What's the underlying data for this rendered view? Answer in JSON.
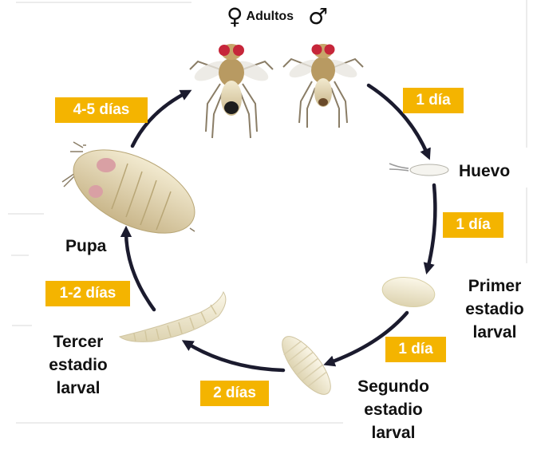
{
  "header": {
    "female_symbol": "♀",
    "title": "Adultos",
    "male_symbol": "♂"
  },
  "durations": {
    "adults_to_egg": "1 día",
    "egg_to_first": "1 día",
    "first_to_second": "1 día",
    "second_to_third": "2 días",
    "third_to_pupa": "1-2 días",
    "pupa_to_adults": "4-5 días"
  },
  "stages": {
    "egg": [
      "Huevo"
    ],
    "first_larval": [
      "Primer",
      "estadio",
      "larval"
    ],
    "second_larval": [
      "Segundo",
      "estadio",
      "larval"
    ],
    "third_larval": [
      "Tercer",
      "estadio",
      "larval"
    ],
    "pupa": [
      "Pupa"
    ]
  },
  "colors": {
    "badge": "#f4b400",
    "badge_text": "#ffffff",
    "arrow": "#1b1b2e",
    "label_text": "#111111"
  }
}
